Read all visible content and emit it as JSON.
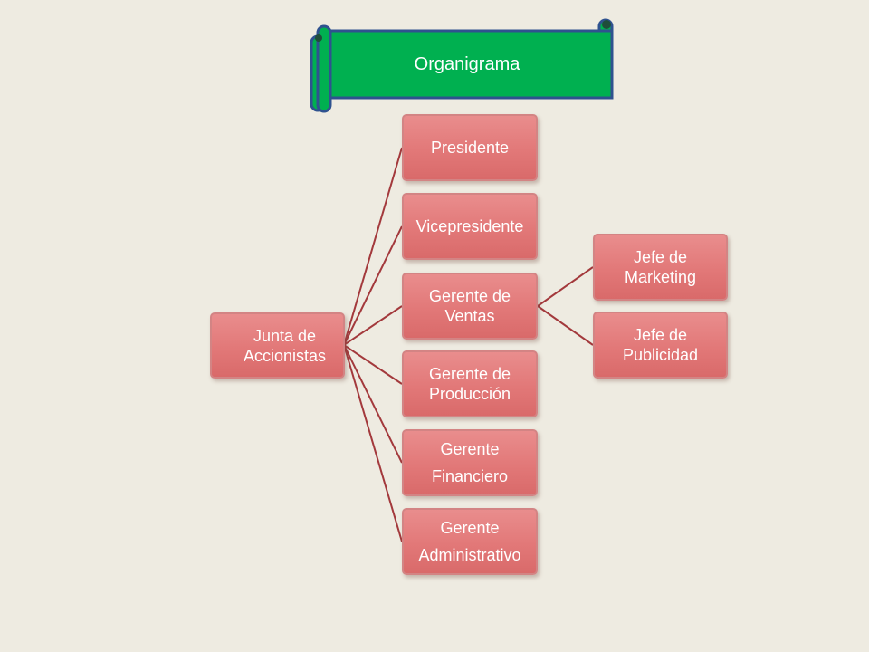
{
  "title": "Organigrama",
  "colors": {
    "background": "#eeebe1",
    "banner_fill": "#00b050",
    "banner_border": "#2f528f",
    "node_fill": "#e27878",
    "node_border": "#d38484",
    "connector": "#a3393c",
    "text": "#ffffff"
  },
  "root": {
    "label": "Junta de\nAccionistas"
  },
  "children": [
    {
      "label": "Presidente"
    },
    {
      "label": "Vicepresidente"
    },
    {
      "label": "Gerente de\nVentas",
      "children": [
        {
          "label": "Jefe de\nMarketing"
        },
        {
          "label": "Jefe de\nPublicidad"
        }
      ]
    },
    {
      "label": "Gerente de\nProducción"
    },
    {
      "label": "Gerente\nFinanciero"
    },
    {
      "label": "Gerente\nAdministrativo"
    }
  ]
}
